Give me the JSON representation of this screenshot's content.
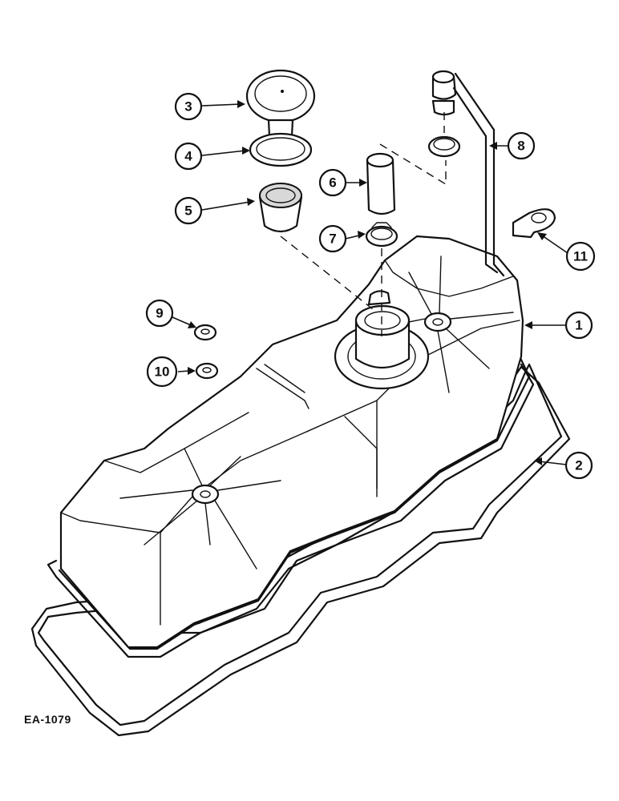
{
  "diagram": {
    "reference_code": "EA-1079",
    "callouts": [
      {
        "id": "1",
        "label": "1"
      },
      {
        "id": "2",
        "label": "2"
      },
      {
        "id": "3",
        "label": "3"
      },
      {
        "id": "4",
        "label": "4"
      },
      {
        "id": "5",
        "label": "5"
      },
      {
        "id": "6",
        "label": "6"
      },
      {
        "id": "7",
        "label": "7"
      },
      {
        "id": "8",
        "label": "8"
      },
      {
        "id": "9",
        "label": "9"
      },
      {
        "id": "10",
        "label": "10"
      },
      {
        "id": "11",
        "label": "11"
      }
    ]
  }
}
